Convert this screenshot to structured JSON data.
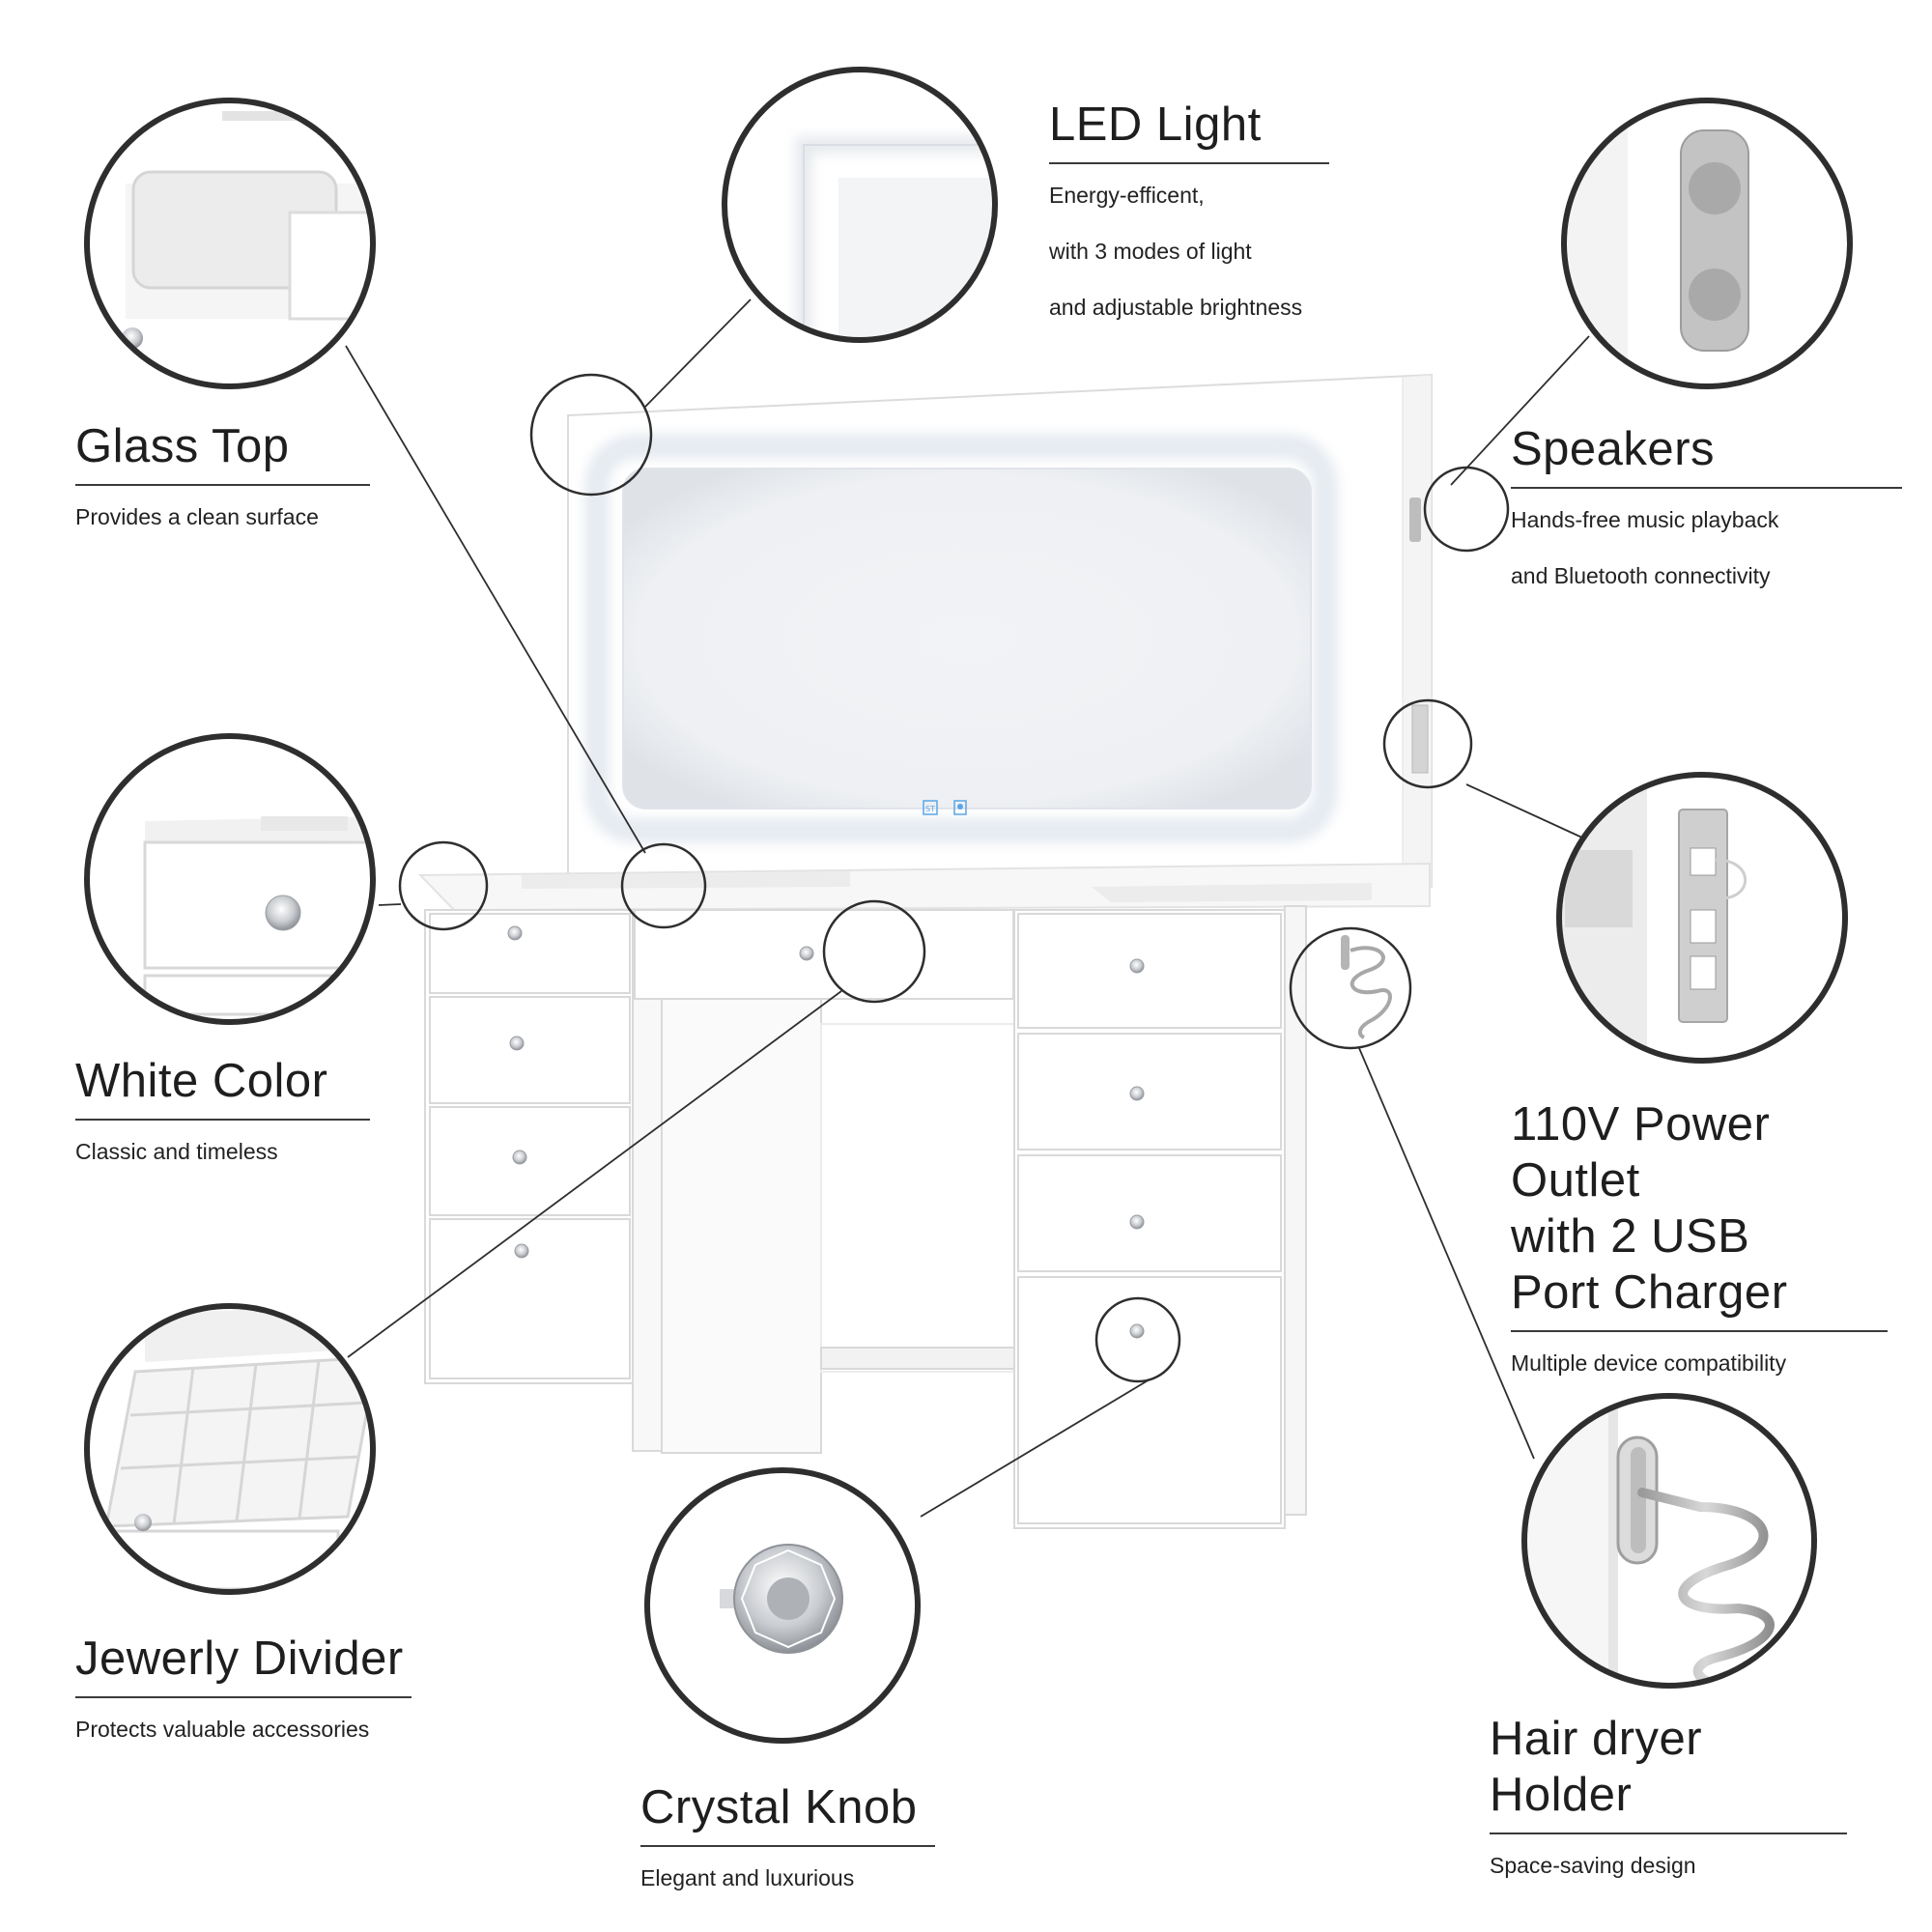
{
  "features": {
    "led_light": {
      "title": "LED Light",
      "desc_lines": [
        "Energy-efficent,",
        "with 3 modes of light",
        "and adjustable brightness"
      ]
    },
    "glass_top": {
      "title": "Glass Top",
      "desc_lines": [
        "Provides a clean surface"
      ]
    },
    "speakers": {
      "title": "Speakers",
      "desc_lines": [
        "Hands-free music playback",
        "and Bluetooth connectivity"
      ]
    },
    "white_color": {
      "title": "White Color",
      "desc_lines": [
        "Classic and timeless"
      ]
    },
    "power_outlet": {
      "title": "110V Power Outlet\nwith 2 USB\nPort Charger",
      "desc_lines": [
        "Multiple device compatibility"
      ]
    },
    "jewelry_divider": {
      "title": "Jewerly Divider",
      "desc_lines": [
        "Protects valuable accessories"
      ]
    },
    "crystal_knob": {
      "title": "Crystal Knob",
      "desc_lines": [
        "Elegant and luxurious"
      ]
    },
    "hair_dryer_holder": {
      "title": "Hair dryer Holder",
      "desc_lines": [
        "Space-saving design"
      ]
    }
  },
  "mirror_icons": {
    "left": "ST",
    "right": "bulb-icon"
  },
  "colors": {
    "ink": "#2e2e2e",
    "furniture": "#ffffff",
    "panel_edge": "#d8d8d8",
    "led_glow": "#e9eef5",
    "metal": "#b9b9b9",
    "touch_icon": "#5aa6e6"
  }
}
